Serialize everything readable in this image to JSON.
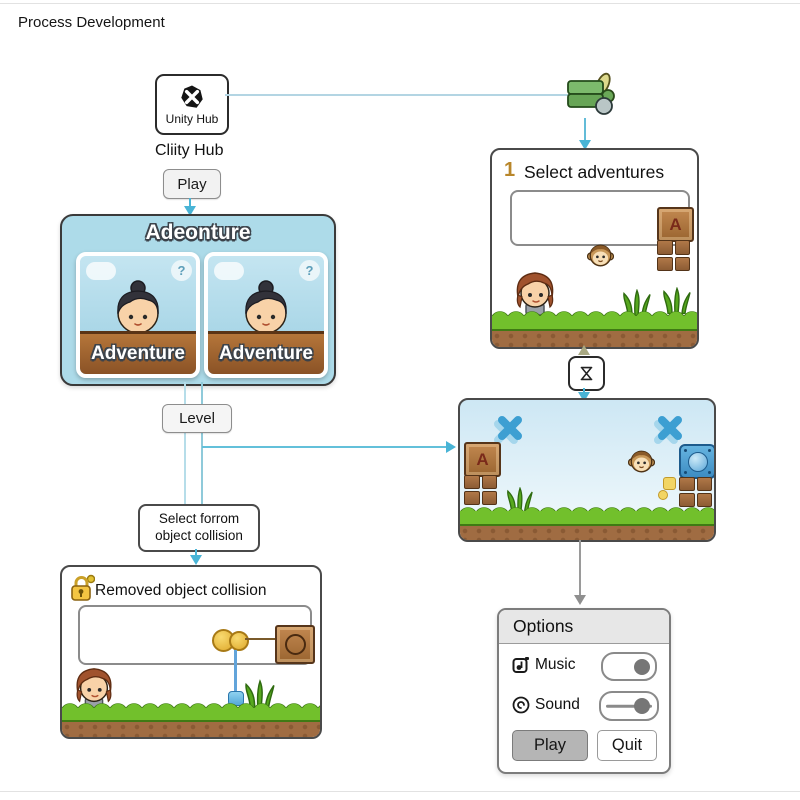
{
  "header": {
    "title": "Process Development"
  },
  "unity_hub": {
    "label": "Unity Hub",
    "caption": "Cliity Hub",
    "play_label": "Play"
  },
  "adventure_panel": {
    "title": "Adeonture",
    "cards": [
      {
        "badge": "?",
        "label": "Adventure"
      },
      {
        "badge": "?",
        "label": "Adventure"
      }
    ]
  },
  "flow": {
    "level_label": "Level",
    "collision_line1": "Select forrom",
    "collision_line2": "object collision"
  },
  "select_adventures": {
    "step": "1",
    "title": "Select adventures",
    "crate_letter": "A"
  },
  "game_scene": {
    "crate_letter": "A"
  },
  "removed_panel": {
    "title": "Removed object collision"
  },
  "options": {
    "title": "Options",
    "music_label": "Music",
    "sound_label": "Sound",
    "play_label": "Play",
    "quit_label": "Quit"
  },
  "colors": {
    "accent_teal": "#49b4d6",
    "panel_blue": "#addbe9",
    "grass": "#72c02c",
    "dirt": "#a06c42",
    "wood": "#a9713d",
    "gold": "#e8b83a",
    "gray_arrow": "#9a9a9a"
  }
}
